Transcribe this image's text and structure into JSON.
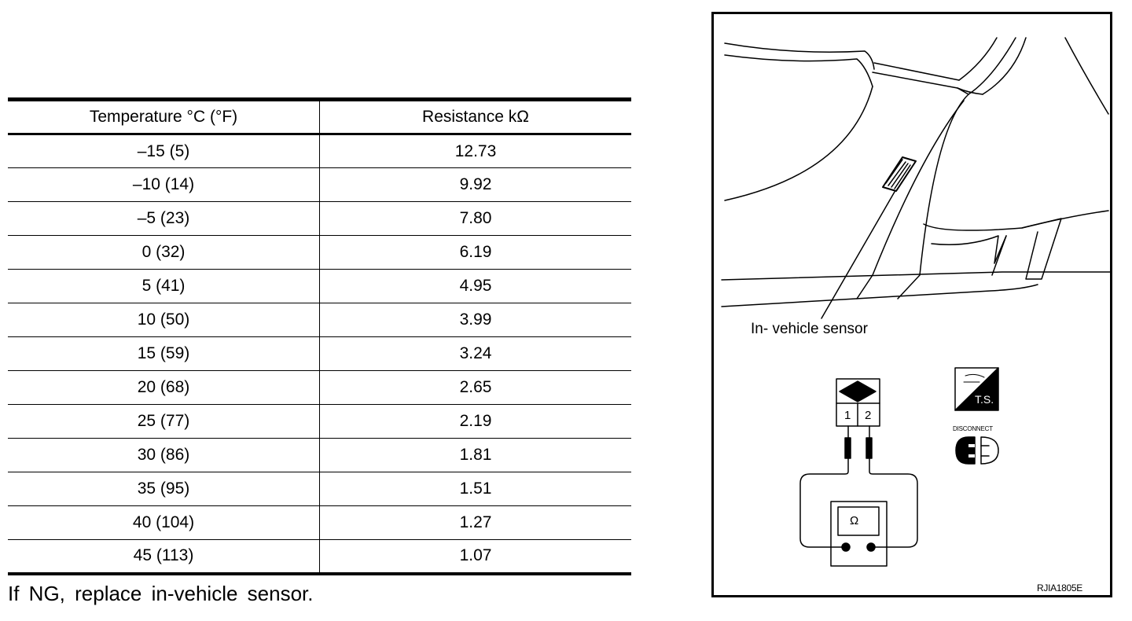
{
  "table": {
    "headers": [
      "Temperature °C (°F)",
      "Resistance kΩ"
    ],
    "rows": [
      [
        "–15 (5)",
        "12.73"
      ],
      [
        "–10 (14)",
        "9.92"
      ],
      [
        "–5 (23)",
        "7.80"
      ],
      [
        "0 (32)",
        "6.19"
      ],
      [
        "5 (41)",
        "4.95"
      ],
      [
        "10 (50)",
        "3.99"
      ],
      [
        "15 (59)",
        "3.24"
      ],
      [
        "20 (68)",
        "2.65"
      ],
      [
        "25 (77)",
        "2.19"
      ],
      [
        "30 (86)",
        "1.81"
      ],
      [
        "35 (95)",
        "1.51"
      ],
      [
        "40 (104)",
        "1.27"
      ],
      [
        "45 (113)",
        "1.07"
      ]
    ]
  },
  "footnote": "If NG, replace in-vehicle sensor.",
  "figure": {
    "sensor_label": "In- vehicle sensor",
    "pin1": "1",
    "pin2": "2",
    "meter_symbol": "Ω",
    "ts_icon_text": "T.S.",
    "disconnect_icon_text": "DISCONNECT",
    "figure_id": "RJIA1805E"
  }
}
